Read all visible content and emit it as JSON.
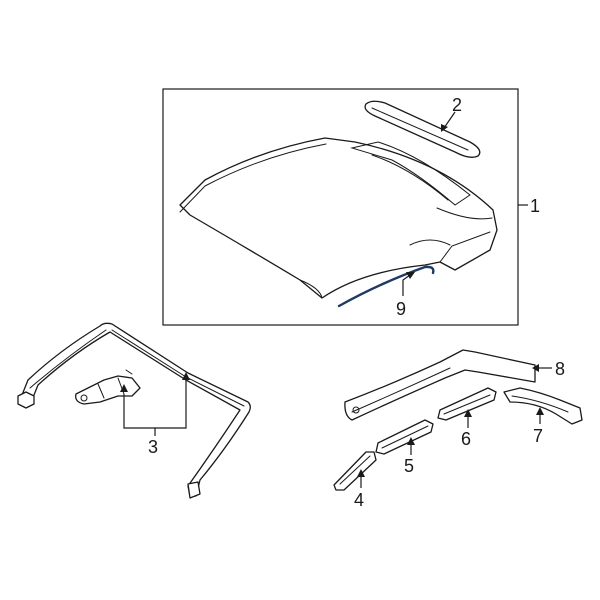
{
  "diagram": {
    "callouts": {
      "c1": "1",
      "c2": "2",
      "c3": "3",
      "c4": "4",
      "c5": "5",
      "c6": "6",
      "c7": "7",
      "c8": "8",
      "c9": "9"
    },
    "colors": {
      "line": "#1a1a1a",
      "highlight": "#1f3a66",
      "background": "#ffffff"
    }
  }
}
